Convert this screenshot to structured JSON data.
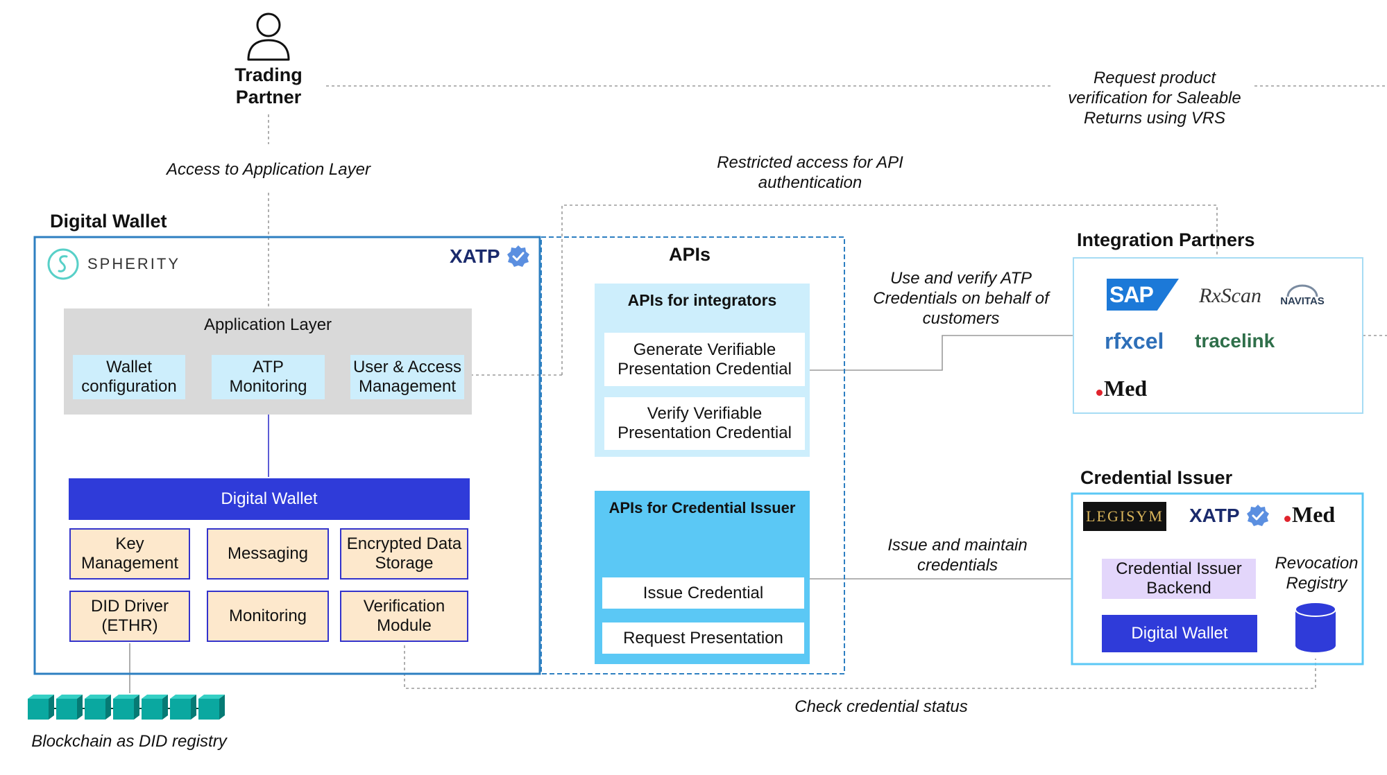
{
  "trading_partner": {
    "line1": "Trading",
    "line2": "Partner"
  },
  "labels": {
    "access_app_layer": "Access to Application Layer",
    "restricted_access": "Restricted access for API authentication",
    "request_verification": "Request product verification for Saleable Returns using VRS",
    "use_verify": "Use and verify ATP Credentials on behalf of customers",
    "issue_maintain": "Issue and maintain credentials",
    "check_status": "Check credential status",
    "blockchain": "Blockchain as DID registry"
  },
  "digital_wallet_section": {
    "title": "Digital Wallet",
    "spherity_logo": "SPHERITY",
    "xatp_logo": "XATP",
    "application_layer": {
      "title": "Application Layer",
      "items": [
        "Wallet configuration",
        "ATP Monitoring",
        "User & Access Management"
      ]
    },
    "wallet_bar": "Digital Wallet",
    "modules": [
      "Key Management",
      "Messaging",
      "Encrypted Data Storage",
      "DID Driver (ETHR)",
      "Monitoring",
      "Verification Module"
    ]
  },
  "apis": {
    "title": "APIs",
    "integrators": {
      "title": "APIs for integrators",
      "items": [
        "Generate Verifiable Presentation Credential",
        "Verify Verifiable Presentation Credential"
      ]
    },
    "issuer": {
      "title": "APIs for Credential Issuer",
      "items": [
        "Issue Credential",
        "Request Presentation"
      ]
    }
  },
  "integration_partners": {
    "title": "Integration Partners",
    "logos": [
      "SAP",
      "RxScan",
      "NAVITAS",
      "rfxcel",
      "tracelink",
      "Med"
    ]
  },
  "credential_issuer": {
    "title": "Credential Issuer",
    "logos": [
      "LEGISYM",
      "XATP",
      "Med"
    ],
    "backend": "Credential Issuer Backend",
    "wallet": "Digital Wallet",
    "revocation": "Revocation Registry"
  },
  "colors": {
    "frame_blue": "#2d7fc1",
    "navy": "#2f3bd9",
    "light_blue": "#cdeefc",
    "sky_blue": "#5bc8f5",
    "beige": "#fde8cc",
    "lavender": "#e3d6fb",
    "grey": "#d9d9d9",
    "teal_block": "#0aa8a0"
  },
  "icons": [
    "person-icon",
    "verified-badge-icon",
    "database-icon",
    "blockchain-block-icon"
  ]
}
